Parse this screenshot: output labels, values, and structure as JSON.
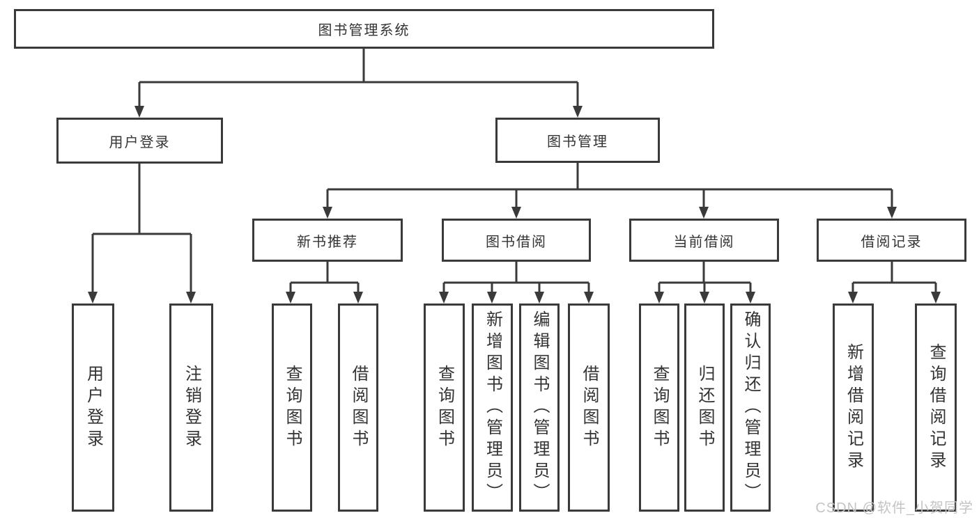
{
  "diagram": {
    "tree": {
      "label": "图书管理系统",
      "children": [
        {
          "label": "用户登录",
          "children": [
            {
              "label": "用户登录"
            },
            {
              "label": "注销登录"
            }
          ]
        },
        {
          "label": "图书管理",
          "children": [
            {
              "label": "新书推荐",
              "children": [
                {
                  "label": "查询图书"
                },
                {
                  "label": "借阅图书"
                }
              ]
            },
            {
              "label": "图书借阅",
              "children": [
                {
                  "label": "查询图书"
                },
                {
                  "label": "新增图书（管理员）"
                },
                {
                  "label": "编辑图书（管理员）"
                },
                {
                  "label": "借阅图书"
                }
              ]
            },
            {
              "label": "当前借阅",
              "children": [
                {
                  "label": "查询图书"
                },
                {
                  "label": "归还图书"
                },
                {
                  "label": "确认归还（管理员）"
                }
              ]
            },
            {
              "label": "借阅记录",
              "children": [
                {
                  "label": "新增借阅记录"
                },
                {
                  "label": "查询借阅记录"
                }
              ]
            }
          ]
        }
      ]
    }
  },
  "watermark": "CSDN @软件_小贺同学",
  "colors": {
    "line": "#3a3a3a",
    "box_border": "#3a3a3a",
    "text": "#333333",
    "watermark": "#c4c4c4",
    "background": "#ffffff"
  }
}
